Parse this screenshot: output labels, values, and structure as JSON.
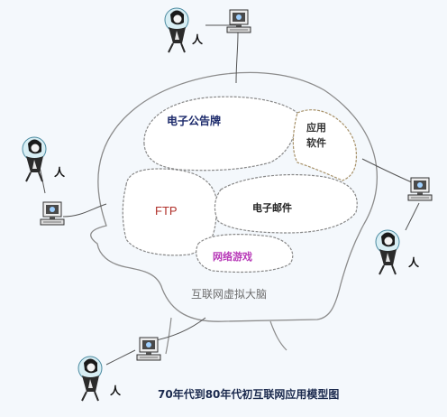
{
  "diagram": {
    "person_label": "人",
    "regions": {
      "bbs": "电子公告牌",
      "app_line1": "应用",
      "app_line2": "软件",
      "ftp": "FTP",
      "email": "电子邮件",
      "games": "网络游戏",
      "brain": "互联网虚拟大脑"
    },
    "caption": "70年代到80年代初互联网应用模型图",
    "colors": {
      "background": "#f4f8fc",
      "outline": "#8c8c8c",
      "bbs_text": "#1c2a6b",
      "ftp_text": "#b0302a",
      "email_text": "#222222",
      "games_text": "#b83ab8",
      "app_text": "#333333",
      "brain_text": "#6d6d6d",
      "caption_text": "#1b2a4e"
    },
    "icons": [
      "person-icon",
      "computer-icon"
    ]
  }
}
